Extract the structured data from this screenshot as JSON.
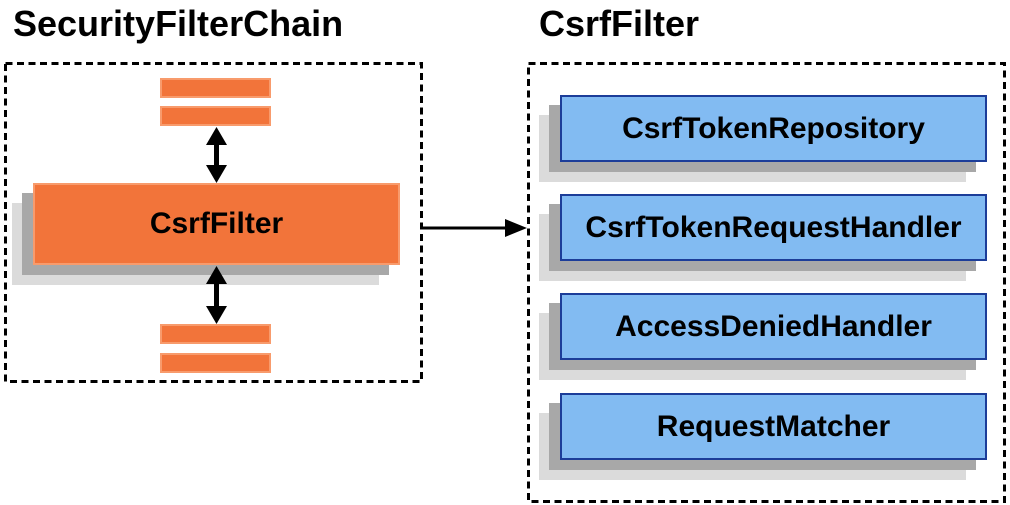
{
  "left_panel": {
    "title": "SecurityFilterChain",
    "filter_box_label": "CsrfFilter"
  },
  "right_panel": {
    "title": "CsrfFilter",
    "boxes": [
      {
        "label": "CsrfTokenRepository"
      },
      {
        "label": "CsrfTokenRequestHandler"
      },
      {
        "label": "AccessDeniedHandler"
      },
      {
        "label": "RequestMatcher"
      }
    ]
  },
  "colors": {
    "orange_fill": "#F2743A",
    "orange_border": "#F89B6C",
    "blue_fill": "#82BBF2",
    "blue_border": "#1C3D99",
    "shadow_dark": "#A8A8A8",
    "shadow_light": "#DBDBDB",
    "line_color": "#000000",
    "background": "#FFFFFF"
  }
}
